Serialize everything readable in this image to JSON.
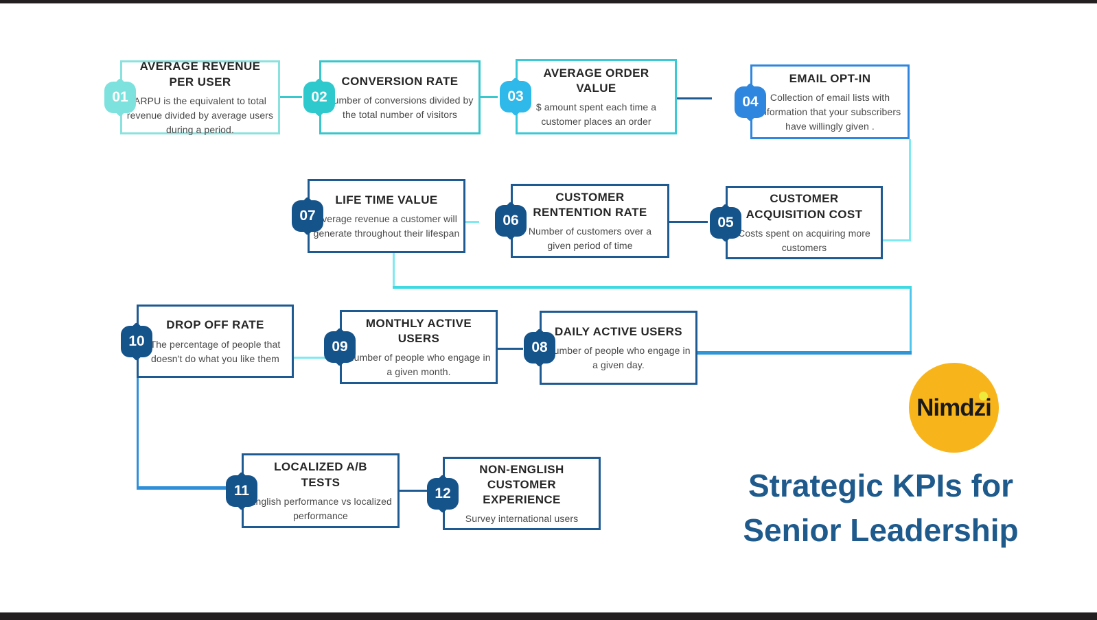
{
  "page": {
    "title_line1": "Strategic KPIs for",
    "title_line2": "Senior Leadership",
    "logo_text": "Nimdzi"
  },
  "palette": {
    "aqua": "#7de2de",
    "teal": "#2ec9cd",
    "sky_blue": "#2fb9ea",
    "blue": "#2e86de",
    "navy": "#15538b",
    "title_blue": "#1f5a8c",
    "logo_yellow": "#f8b51b",
    "logo_dot_yellow": "#efe93c",
    "bar_black": "#231f20"
  },
  "kpis": [
    {
      "number": "01",
      "title": "AVERAGE REVENUE PER USER",
      "description": "ARPU is the equivalent to total revenue divided by average users during a period."
    },
    {
      "number": "02",
      "title": "CONVERSION RATE",
      "description": "Number of conversions divided by the total number of visitors"
    },
    {
      "number": "03",
      "title": "AVERAGE ORDER VALUE",
      "description": "$ amount spent each time a customer places an order"
    },
    {
      "number": "04",
      "title": "EMAIL OPT-IN",
      "description": "Collection of email lists with information that your subscribers have willingly given ."
    },
    {
      "number": "05",
      "title": "CUSTOMER ACQUISITION COST",
      "description": "Costs spent on acquiring more customers"
    },
    {
      "number": "06",
      "title": "CUSTOMER RENTENTION RATE",
      "description": "Number of customers  over a given period of time"
    },
    {
      "number": "07",
      "title": "LIFE TIME VALUE",
      "description": "Average revenue  a customer will generate throughout their lifespan"
    },
    {
      "number": "08",
      "title": "DAILY ACTIVE USERS",
      "description": "Number of people who engage in a given day."
    },
    {
      "number": "09",
      "title": "MONTHLY ACTIVE USERS",
      "description": "Number of people who engage in a given month."
    },
    {
      "number": "10",
      "title": "DROP OFF RATE",
      "description": "The percentage of people that doesn't do what you like them"
    },
    {
      "number": "11",
      "title": "LOCALIZED A/B TESTS",
      "description": "English performance vs localized performance"
    },
    {
      "number": "12",
      "title": "NON-ENGLISH CUSTOMER EXPERIENCE",
      "description": "Survey international users"
    }
  ]
}
